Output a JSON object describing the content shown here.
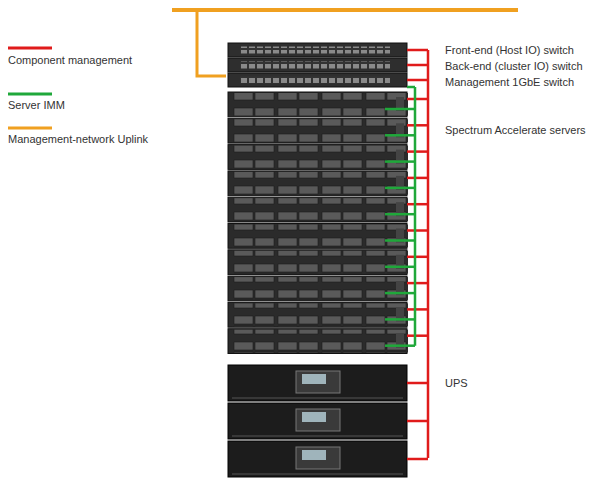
{
  "diagram": {
    "labels": [
      "Front-end (Host IO) switch",
      "Back-end (cluster IO) switch",
      "Management 1GbE switch",
      "Spectrum Accelerate servers",
      "UPS"
    ],
    "legend": [
      {
        "text": "Component management"
      },
      {
        "text": "Server IMM"
      },
      {
        "text": "Management-network Uplink"
      }
    ]
  }
}
